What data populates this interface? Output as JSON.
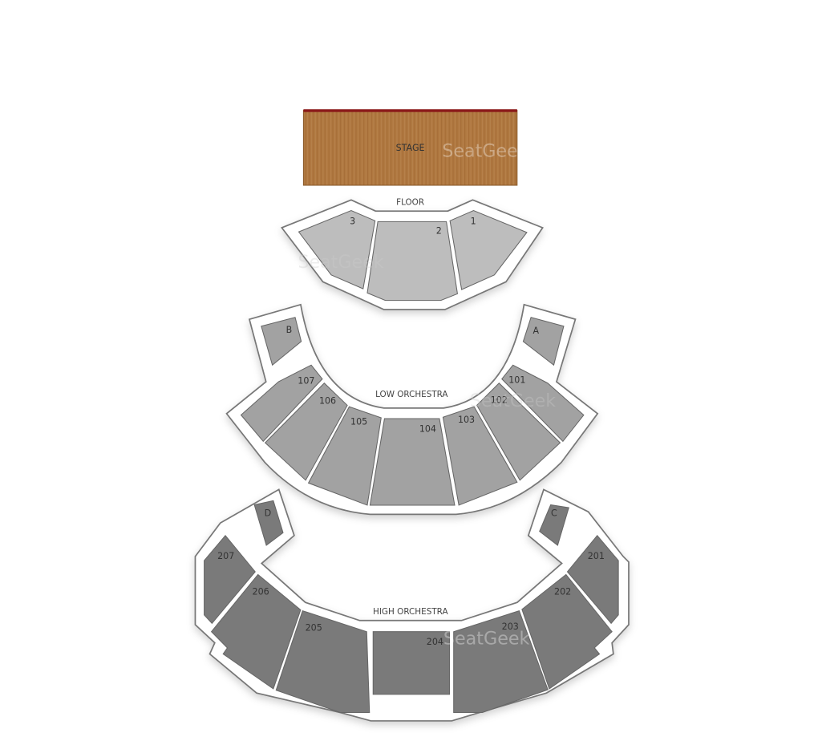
{
  "map": {
    "stage_label": "STAGE",
    "watermark": "SeatGeek",
    "colors": {
      "stage": "#b07840",
      "stage_edge": "#8b1a1a",
      "floor": "#bdbdbd",
      "low_orchestra": "#a2a2a2",
      "high_orchestra": "#7a7a7a"
    },
    "areas": {
      "floor": {
        "label": "FLOOR",
        "sections": [
          "3",
          "2",
          "1"
        ]
      },
      "low_orchestra": {
        "label": "LOW ORCHESTRA",
        "sections": [
          "B",
          "A",
          "107",
          "106",
          "105",
          "104",
          "103",
          "102",
          "101"
        ]
      },
      "high_orchestra": {
        "label": "HIGH ORCHESTRA",
        "sections": [
          "D",
          "C",
          "207",
          "206",
          "205",
          "204",
          "203",
          "202",
          "201"
        ]
      }
    }
  }
}
